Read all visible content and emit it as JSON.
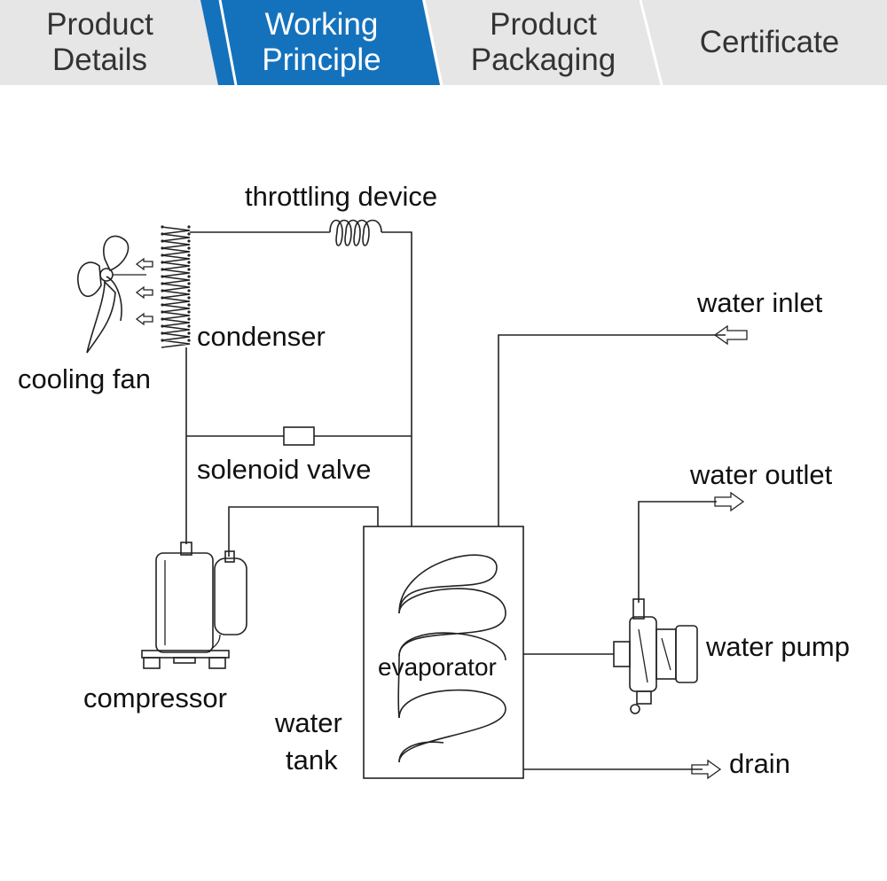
{
  "tabs": [
    {
      "label": "Product\nDetails",
      "active": false
    },
    {
      "label": "Working\nPrinciple",
      "active": true
    },
    {
      "label": "Product\nPackaging",
      "active": false
    },
    {
      "label": "Certificate",
      "active": false
    }
  ],
  "colors": {
    "tab_bg": "#e6e6e6",
    "tab_active": "#1472bd",
    "tab_text": "#333333",
    "diagram_line": "#222222"
  },
  "diagram": {
    "labels": {
      "throttling_device": "throttling device",
      "condenser": "condenser",
      "cooling_fan": "cooling fan",
      "solenoid_valve": "solenoid valve",
      "compressor": "compressor",
      "water_tank_1": "water",
      "water_tank_2": "tank",
      "evaporator": "evaporator",
      "water_inlet": "water inlet",
      "water_outlet": "water outlet",
      "water_pump": "water pump",
      "drain": "drain"
    },
    "icons": [
      "fan-icon",
      "condenser-coil-icon",
      "throttling-coil-icon",
      "solenoid-valve-icon",
      "compressor-icon",
      "water-pump-icon",
      "arrow-icon"
    ]
  }
}
